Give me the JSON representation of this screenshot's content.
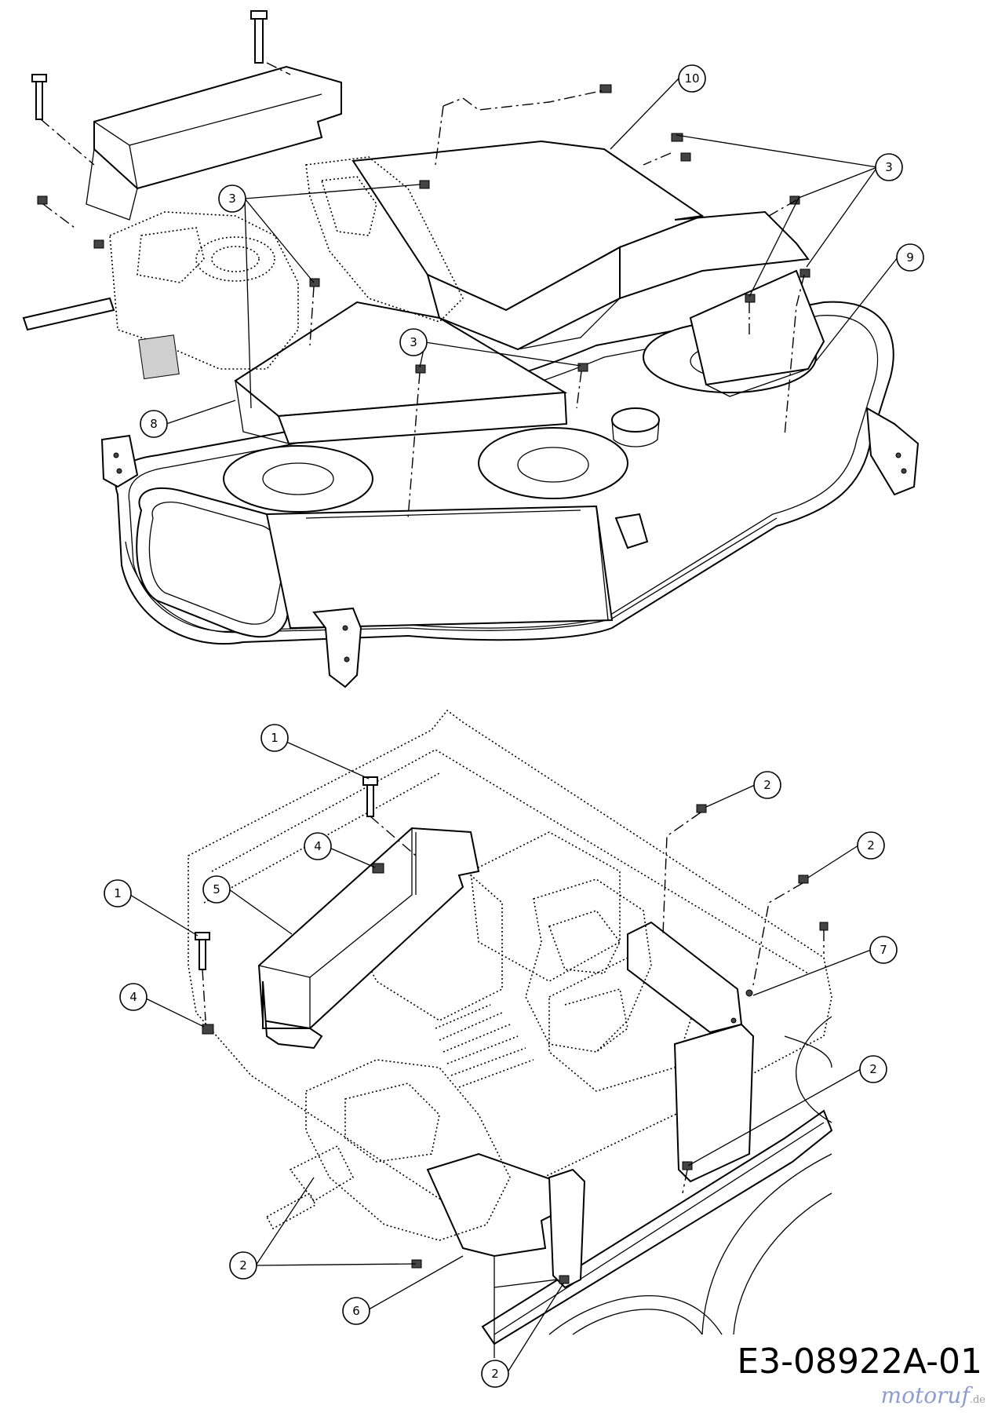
{
  "drawing": {
    "code": "E3-08922A-01",
    "watermark": "motoruf",
    "watermark_tld": ".de"
  },
  "callouts": {
    "upper": [
      "10",
      "3",
      "3",
      "3",
      "9",
      "8"
    ],
    "lower": [
      "1",
      "2",
      "2",
      "4",
      "5",
      "1",
      "7",
      "4",
      "2",
      "2",
      "6",
      "2"
    ]
  }
}
